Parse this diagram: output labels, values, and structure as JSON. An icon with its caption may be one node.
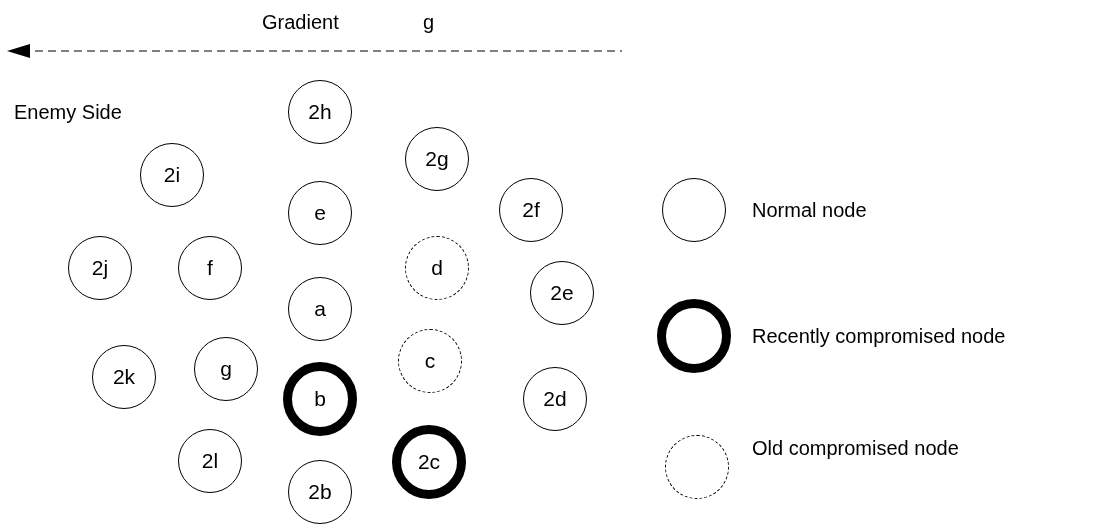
{
  "diagram": {
    "nodes": [
      {
        "text": [
          "2h"
        ]
      },
      {
        "text": [
          "2g"
        ]
      },
      {
        "text": [
          "2i"
        ]
      },
      {
        "text": [
          "2f"
        ]
      },
      {
        "text": [
          "e"
        ]
      },
      {
        "text": [
          "2j"
        ]
      },
      {
        "text": [
          "f"
        ]
      },
      {
        "text": [
          "d"
        ]
      },
      {
        "text": [
          "2e"
        ]
      },
      {
        "text": [
          "a"
        ]
      },
      {
        "text": [
          "c"
        ]
      },
      {
        "text": [
          "g"
        ]
      },
      {
        "text": [
          "2k"
        ]
      },
      {
        "text": [
          "b"
        ]
      },
      {
        "text": [
          "2d"
        ]
      },
      {
        "text": [
          "2l"
        ]
      },
      {
        "text": [
          "2c"
        ]
      },
      {
        "text": [
          "2b"
        ]
      }
    ],
    "edges": [],
    "labels": [
      "Gradient",
      "g",
      "Enemy Side"
    ],
    "legend": [
      {
        "text": "Normal node"
      },
      {
        "text": "Recently compromised node"
      },
      {
        "text": "Old compromised node"
      }
    ]
  }
}
